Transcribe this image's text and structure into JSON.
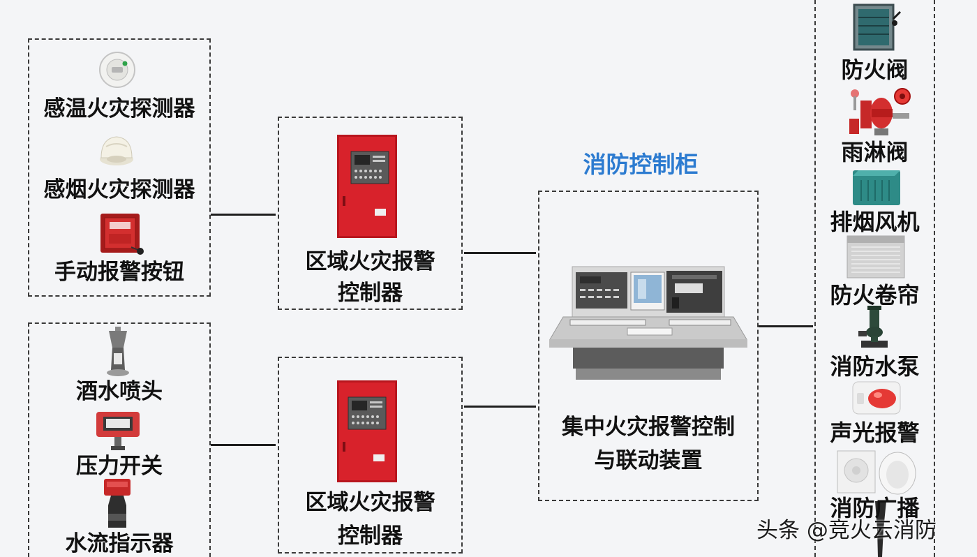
{
  "colors": {
    "background": "#f4f5f7",
    "caption_blue": "#2c7bd0",
    "cabinet_red": "#d8222b",
    "dashed_border": "#3a3a3a",
    "connector": "#1e1e1e"
  },
  "detectors": {
    "items": [
      {
        "label": "感温火灾探测器",
        "icon": "heat-detector-icon"
      },
      {
        "label": "感烟火灾探测器",
        "icon": "smoke-detector-icon"
      },
      {
        "label": "手动报警按钮",
        "icon": "manual-alarm-button-icon"
      }
    ]
  },
  "water_devices": {
    "items": [
      {
        "label": "酒水喷头",
        "icon": "sprinkler-head-icon"
      },
      {
        "label": "压力开关",
        "icon": "pressure-switch-icon"
      },
      {
        "label": "水流指示器",
        "icon": "water-flow-indicator-icon"
      }
    ]
  },
  "zone_controllers": [
    {
      "line1": "区域火灾报警",
      "line2": "控制器",
      "icon": "fire-alarm-cabinet-icon"
    },
    {
      "line1": "区域火灾报警",
      "line2": "控制器",
      "icon": "fire-alarm-cabinet-icon"
    }
  ],
  "central": {
    "caption": "消防控制柜",
    "line1": "集中火灾报警控制",
    "line2": "与联动装置",
    "icon": "control-console-icon"
  },
  "linked_devices": {
    "items": [
      {
        "label": "防火阀",
        "icon": "fire-damper-icon"
      },
      {
        "label": "雨淋阀",
        "icon": "deluge-valve-icon"
      },
      {
        "label": "排烟风机",
        "icon": "smoke-exhaust-fan-icon"
      },
      {
        "label": "防火卷帘",
        "icon": "fire-shutter-icon"
      },
      {
        "label": "消防水泵",
        "icon": "fire-pump-icon"
      },
      {
        "label": "声光报警",
        "icon": "audible-visual-alarm-icon"
      },
      {
        "label": "消防广播",
        "icon": "fire-broadcast-speaker-icon"
      }
    ]
  },
  "watermark": "头条 @竞火云消防"
}
